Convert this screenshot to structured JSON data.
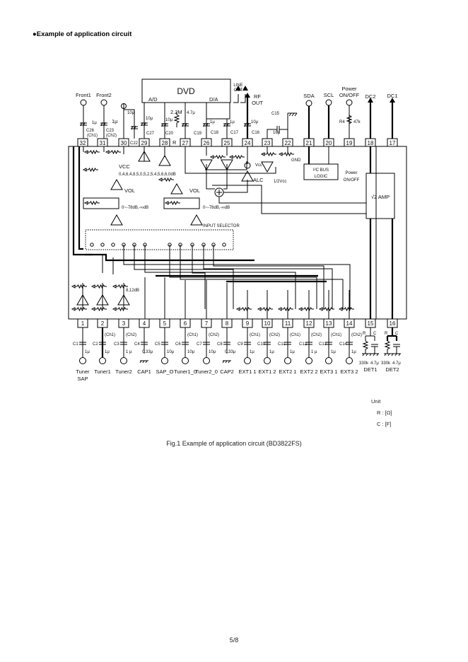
{
  "heading": "●Example of application circuit",
  "figure_caption": "Fig.1 Example of application circuit (BD3822FS)",
  "page_number": "5/8",
  "unit_legend": {
    "title": "Unit",
    "r": "R : [Ω]",
    "c": "C : [F]"
  },
  "dvd_block": {
    "title": "DVD",
    "ad": "A/D",
    "da": "D/A"
  },
  "top_terminals": {
    "front1": "Front1",
    "front2": "Front2",
    "line_out": [
      "LINE",
      "OUT"
    ],
    "rf_out": [
      "RF",
      "OUT"
    ],
    "sda": "SDA",
    "scl": "SCL",
    "power": [
      "Power",
      "ON/OFF"
    ],
    "dc2": "DC2",
    "dc1": "DC1"
  },
  "top_components": {
    "c26": "C26",
    "c26_val": "1μ",
    "c26_ch": "(Ch1)",
    "c23": "C23",
    "c23_val": "1μ",
    "c23_ch": "(Ch2)",
    "c22": "C22",
    "c22_val": "10μ",
    "c27": "C27",
    "c27_val": "10μ",
    "c20": "C20",
    "c20_val": "10μ",
    "r_val": "2.2M",
    "c19": "C19",
    "c19_val": "4.7μ",
    "c18": "C18",
    "c18_val": "1μ",
    "c17": "C17",
    "c17_val": "1μ",
    "c16": "C16",
    "c16_val": "10μ",
    "c15": "C15",
    "c15_val": "10μ",
    "r4": "R4",
    "r4_val": "47k"
  },
  "top_pins": [
    "32",
    "31",
    "30",
    "29",
    "28",
    "27",
    "26",
    "25",
    "24",
    "23",
    "22",
    "21",
    "20",
    "19",
    "18",
    "17"
  ],
  "top_pin_extras": {
    "c22": "C22",
    "r": "R"
  },
  "bottom_pins": [
    "1",
    "2",
    "3",
    "4",
    "5",
    "6",
    "7",
    "8",
    "9",
    "10",
    "11",
    "12",
    "13",
    "14",
    "15",
    "16"
  ],
  "internal": {
    "vcc": "VCC",
    "gain_steps": "0,4,6,4,8,5,0,5,2,5,4,5,6,6,0dB",
    "vol1": "VOL",
    "vol2": "VOL",
    "att1": "0~-78dB,-∞dB",
    "att2": "0~-78dB,-∞dB",
    "input_selector": "INPUT SELECTOR",
    "gain_8_12": "8,12dB",
    "vcc_alc": "Vcc",
    "alc": "ALC",
    "half_vcc": "1/2Vcc",
    "gnd": "GND",
    "i2c": [
      "I²C BUS",
      "LOGIC"
    ],
    "power": [
      "Power",
      "ON/OFF"
    ],
    "amp": "√2 AMP"
  },
  "bottom_components": [
    {
      "c": "C1",
      "ch": "",
      "val": "1μ",
      "label": [
        "Tuner",
        "SAP"
      ]
    },
    {
      "c": "C2",
      "ch": "(Ch1)",
      "val": "1μ",
      "label": [
        "Tuner1"
      ]
    },
    {
      "c": "C3",
      "ch": "(Ch2)",
      "val": "1 μ",
      "label": [
        "Tuner2"
      ]
    },
    {
      "c": "C4",
      "ch": "",
      "val": "0.33μ",
      "label": [
        "CAP1"
      ]
    },
    {
      "c": "C5",
      "ch": "",
      "val": "10μ",
      "label": [
        "SAP_O"
      ]
    },
    {
      "c": "C6",
      "ch": "(Ch1)",
      "val": "10μ",
      "label": [
        "Tuner1_0"
      ]
    },
    {
      "c": "C7",
      "ch": "(Ch2)",
      "val": "10μ",
      "label": [
        "Tuner2_0"
      ]
    },
    {
      "c": "C8",
      "ch": "",
      "val": "0.33μ",
      "label": [
        "CAP2"
      ]
    },
    {
      "c": "C9",
      "ch": "(Ch1)",
      "val": "1μ",
      "label": [
        "EXT1 1"
      ]
    },
    {
      "c": "C10",
      "ch": "(Ch2)",
      "val": "1μ",
      "label": [
        "EXT1 2"
      ]
    },
    {
      "c": "C11",
      "ch": "(Ch1)",
      "val": "1μ",
      "label": [
        "EXT2 1"
      ]
    },
    {
      "c": "C12",
      "ch": "(Ch2)",
      "val": "1 μ",
      "label": [
        "EXT2 2"
      ]
    },
    {
      "c": "C13",
      "ch": "(Ch1)",
      "val": "1μ",
      "label": [
        "EXT3 1"
      ]
    },
    {
      "c": "C14",
      "ch": "(Ch2)",
      "val": "1μ",
      "label": [
        "EXT3 2"
      ]
    }
  ],
  "det": [
    {
      "r": "R",
      "c": "C",
      "r_val": "330k",
      "c_val": "4.7μ",
      "label": "DET1"
    },
    {
      "r": "R",
      "c": "C",
      "r_val": "330k",
      "c_val": "4.7μ",
      "label": "DET2"
    }
  ]
}
